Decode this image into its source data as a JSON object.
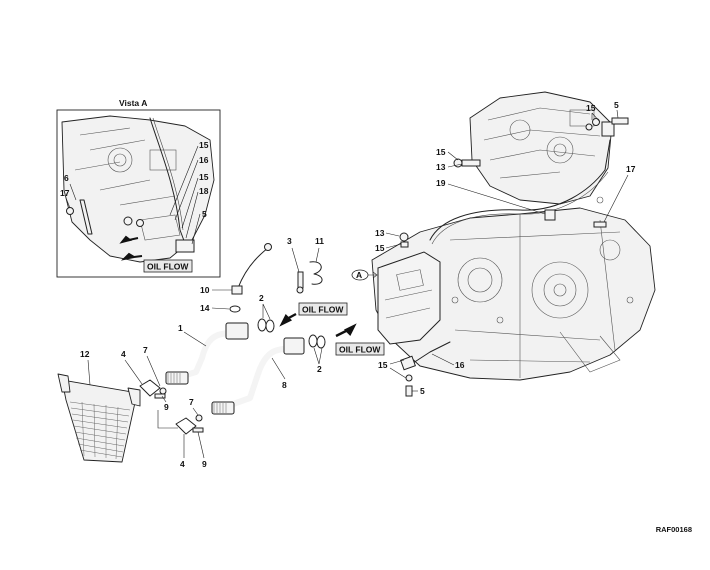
{
  "inset": {
    "title": "Vista A",
    "oil_flow": "OIL FLOW"
  },
  "flow_labels": {
    "top": "OIL FLOW",
    "right": "OIL FLOW"
  },
  "view_marker": "A",
  "drawing_code": "RAF00168",
  "callouts": {
    "inset_6": "6",
    "inset_17": "17",
    "inset_15": "15",
    "inset_16": "16",
    "inset_18": "18",
    "inset_5": "5",
    "c10": "10",
    "c14": "14",
    "c3": "3",
    "c11": "11",
    "c2a": "2",
    "c2b": "2",
    "c1": "1",
    "c8": "8",
    "c12": "12",
    "c4a": "4",
    "c7a": "7",
    "c9a": "9",
    "c7b": "7",
    "c4b": "4",
    "c9b": "9",
    "c13a": "13",
    "c15a": "15",
    "c15top": "15",
    "c5top": "5",
    "c15b": "15",
    "c13b": "13",
    "c19": "19",
    "c17": "17",
    "c15c": "15",
    "c16": "16",
    "c5b": "5"
  }
}
